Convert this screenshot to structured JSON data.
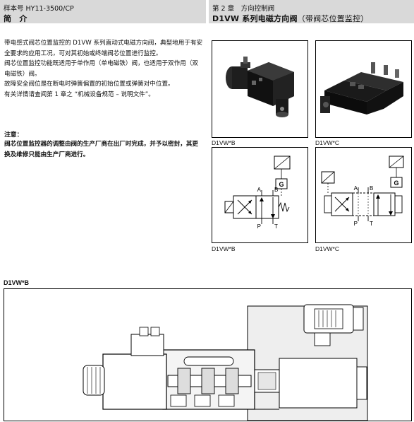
{
  "header": {
    "left_line1": "样本号 HY11-3500/CP",
    "left_line2": "简　介",
    "right_line1": "第 2 章　方向控制阀",
    "right_line2_bold": "D1VW 系列电磁方向阀",
    "right_line2_sub": "（带阀芯位置监控）"
  },
  "intro": {
    "p1": "带电感式阀芯位置监控的 D1VW 系列直动式电磁方向阀，典型地用于有安全要求的应用工况，可对其初始或终端阀芯位置进行监控。",
    "p2": "阀芯位置监控功能既适用于单作用（单电磁铁）阀，也适用于双作用（双电磁铁）阀。",
    "p3": "故障安全阀位是在断电时弹簧偏置的初始位置或弹簧对中位置。",
    "p4": "有关详情请查阅第 1 章之 “机械设备规范 – 说明文件”。"
  },
  "note": {
    "title": "注意：",
    "text": "阀芯位置监控器的调整由阀的生产厂商在出厂时完成，并予以密封，其更换及维修只能由生产厂商进行。"
  },
  "figures": {
    "caption_b": "D1VW*B",
    "caption_c": "D1VW*C",
    "caption_b2": "D1VW*B",
    "caption_c2": "D1VW*C",
    "sym_a": "A",
    "sym_b": "B",
    "sym_p": "P",
    "sym_t": "T",
    "sym_g": "G"
  },
  "section": {
    "title": "D1VW*B"
  }
}
